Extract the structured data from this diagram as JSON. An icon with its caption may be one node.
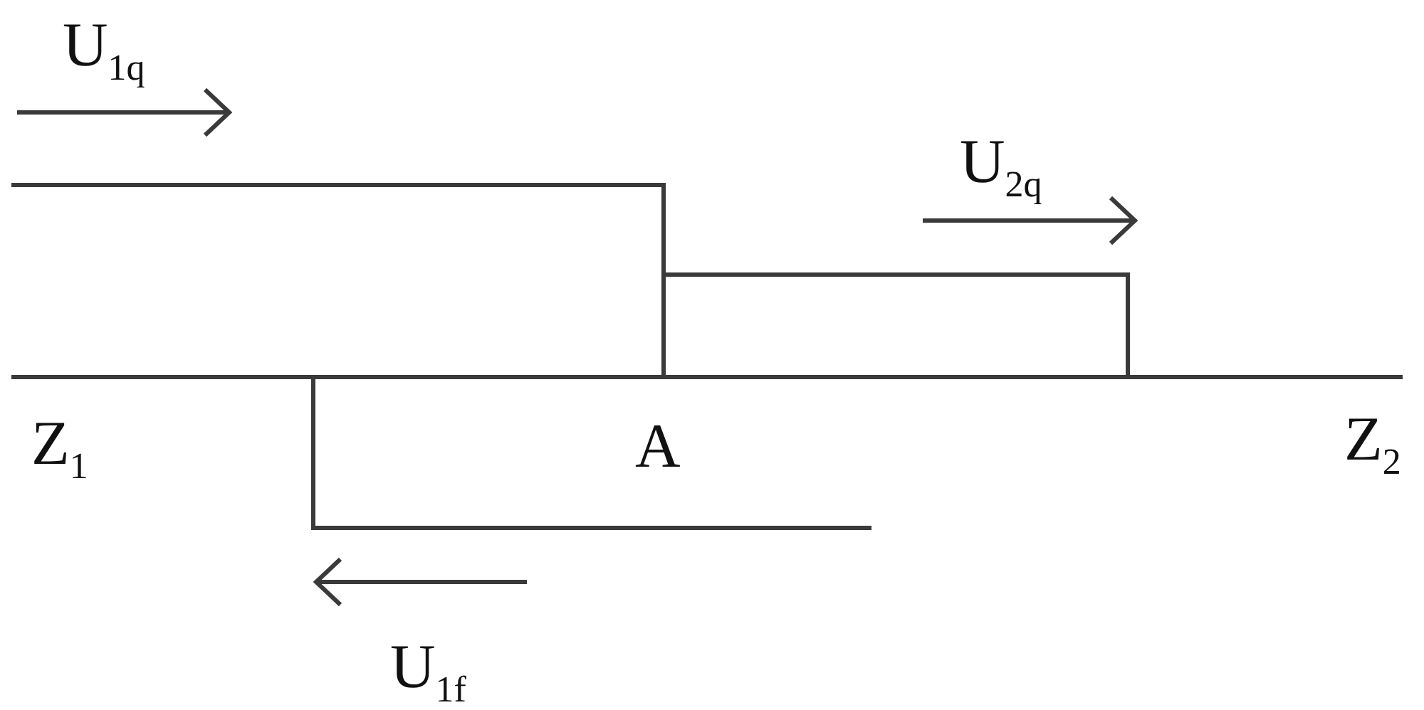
{
  "diagram": {
    "labels": [
      "U$_{1q}$",
      "U$_{2q}$",
      "Z$_{1}$",
      "A",
      "Z$_{2}$",
      "U$_{1f}$"
    ]
  }
}
